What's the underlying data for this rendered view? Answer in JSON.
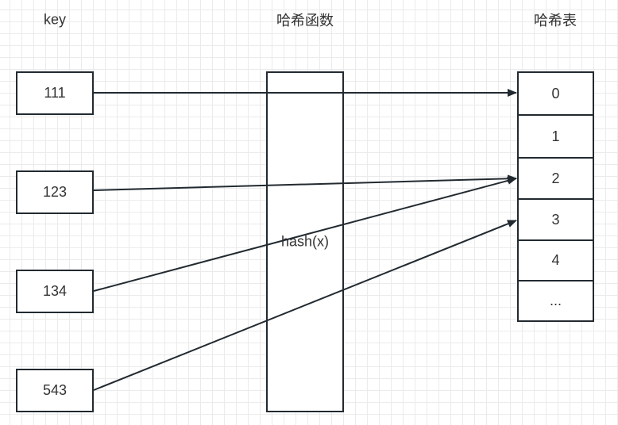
{
  "headers": {
    "key": "key",
    "hash_function": "哈希函数",
    "hash_table": "哈希表"
  },
  "keys": [
    "111",
    "123",
    "134",
    "543"
  ],
  "hash_function_label": "hash(x)",
  "table_slots": [
    "0",
    "1",
    "2",
    "3",
    "4",
    "..."
  ],
  "mappings": [
    {
      "key": "111",
      "slot": "0"
    },
    {
      "key": "123",
      "slot": "2"
    },
    {
      "key": "134",
      "slot": "2"
    },
    {
      "key": "543",
      "slot": "3"
    }
  ]
}
